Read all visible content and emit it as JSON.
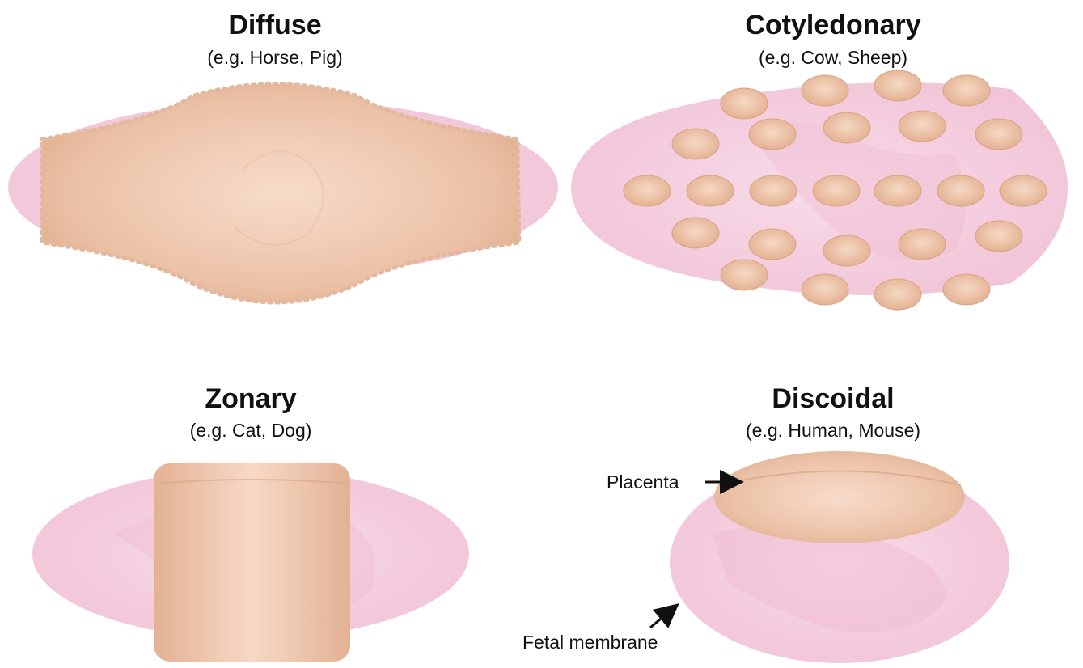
{
  "panels": {
    "diffuse": {
      "title": "Diffuse",
      "subtitle": "(e.g. Horse, Pig)"
    },
    "cotyledonary": {
      "title": "Cotyledonary",
      "subtitle": "(e.g. Cow, Sheep)"
    },
    "zonary": {
      "title": "Zonary",
      "subtitle": "(e.g. Cat, Dog)"
    },
    "discoidal": {
      "title": "Discoidal",
      "subtitle": "(e.g. Human, Mouse)",
      "labels": {
        "placenta": "Placenta",
        "fetal_membrane": "Fetal membrane"
      }
    }
  },
  "colors": {
    "membrane": "#f3c9dc",
    "placenta": "#e6b394",
    "placenta_light": "#f6dccb",
    "arrow": "#111111"
  }
}
